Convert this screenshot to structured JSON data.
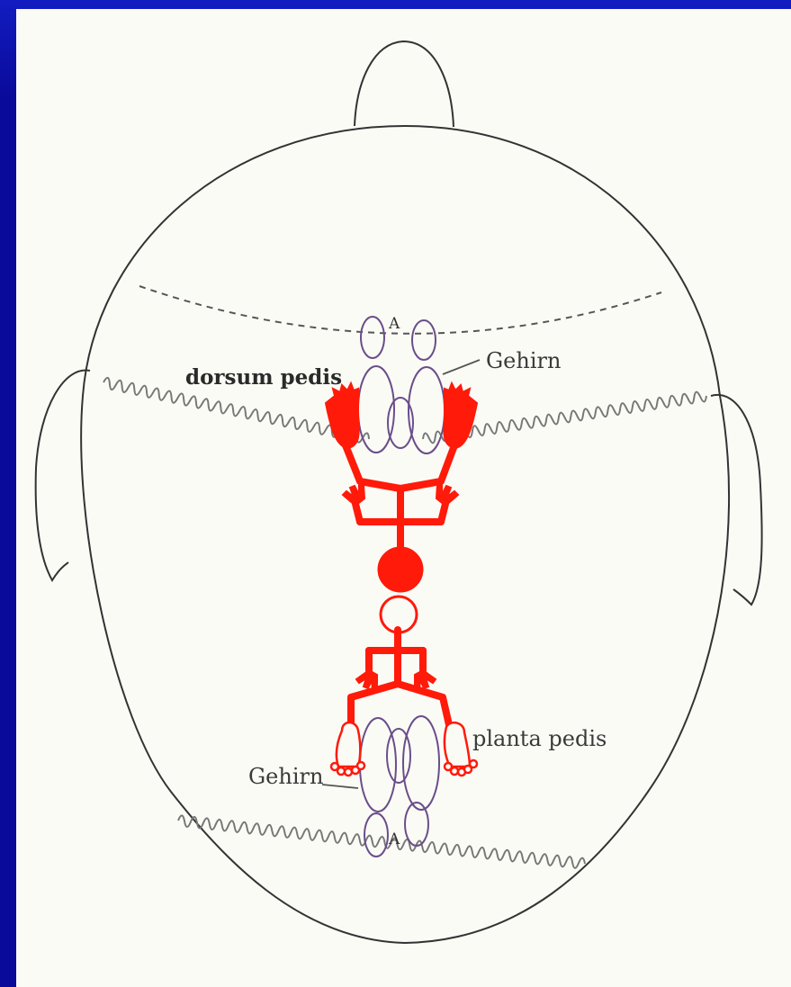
{
  "labels": {
    "dorsum": "dorsum pedis",
    "gehirn_top": "Gehirn",
    "a_top": "A",
    "planta": "planta pedis",
    "gehirn_bottom": "Gehirn",
    "a_bottom": "A"
  },
  "colors": {
    "slide_background": "#0a0a9a",
    "paper": "#fbfbf6",
    "outline": "#333333",
    "brain": "#6a4e8a",
    "figure": "#ff1a0a"
  }
}
